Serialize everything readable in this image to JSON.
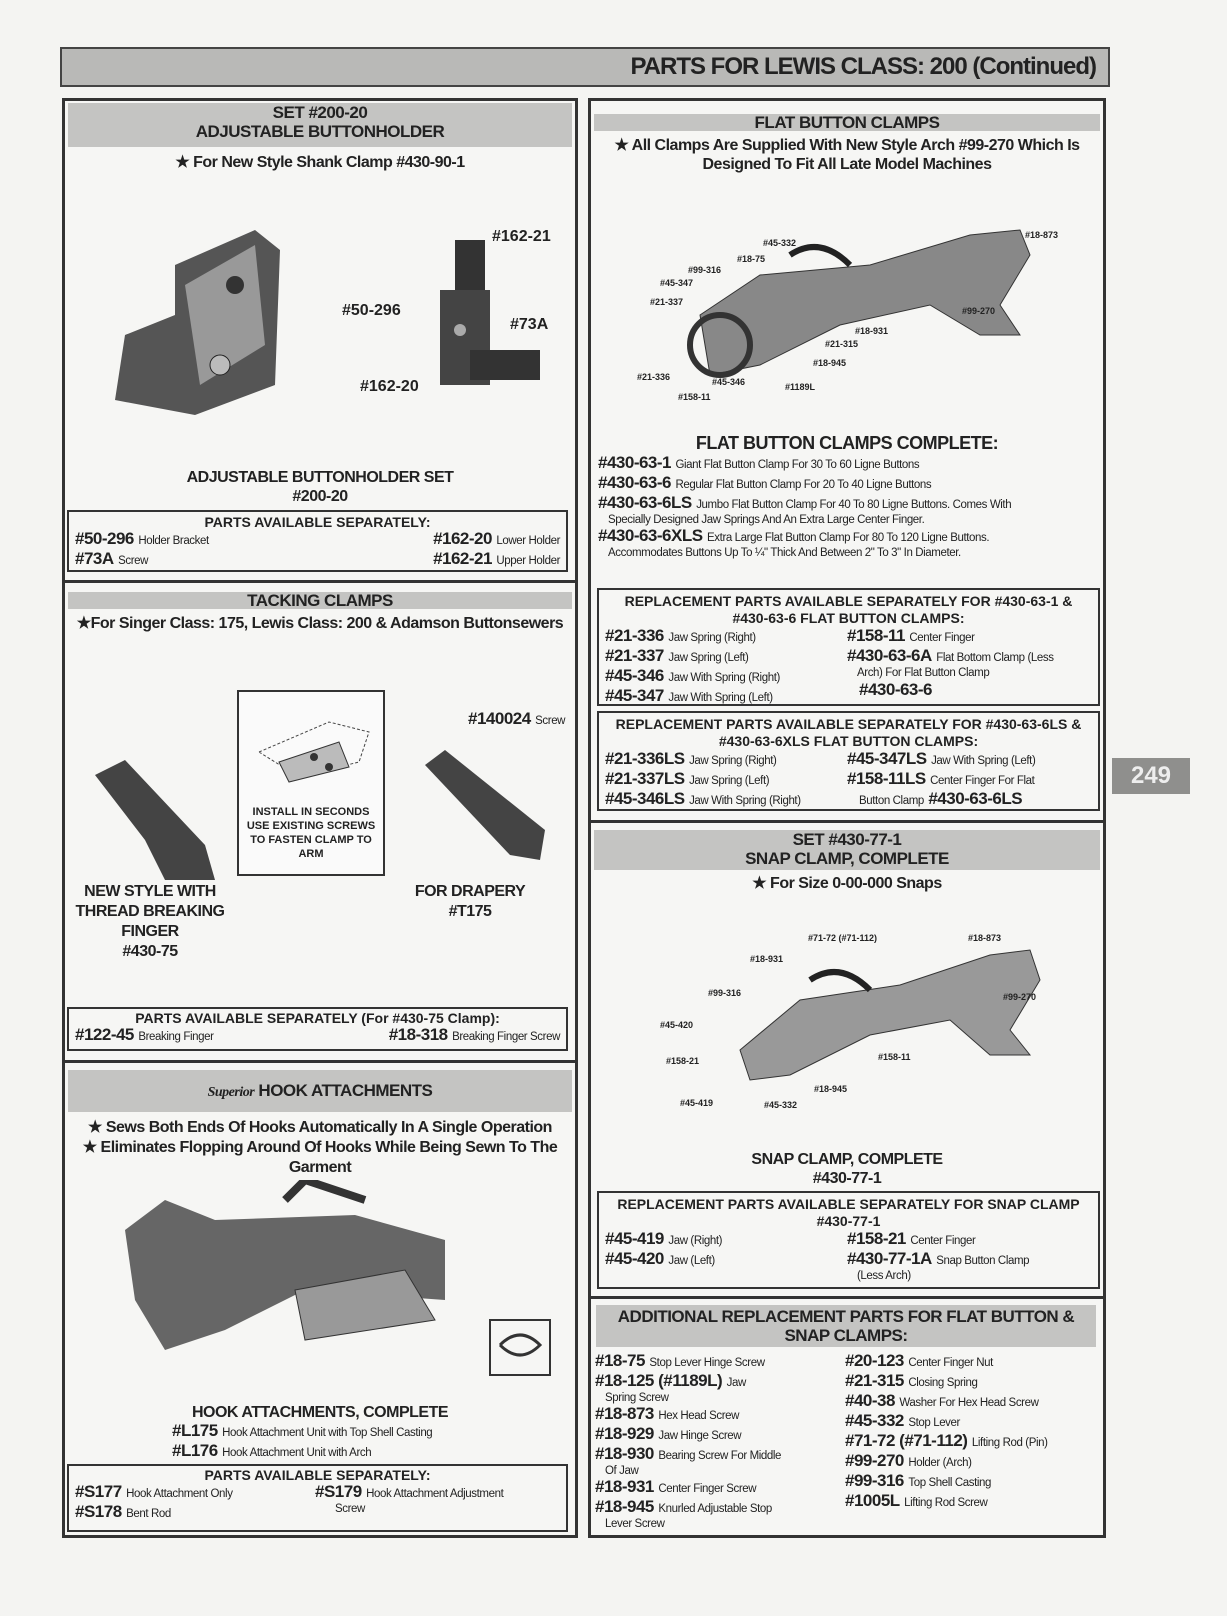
{
  "header": {
    "title": "PARTS FOR LEWIS CLASS: 200 (Continued)"
  },
  "page_number": "249",
  "buttonholder": {
    "band1": "SET #200-20",
    "band2": "ADJUSTABLE BUTTONHOLDER",
    "note": "★ For New Style Shank Clamp #430-90-1",
    "labels": [
      "#162-21",
      "#50-296",
      "#73A",
      "#162-20"
    ],
    "caption1": "ADJUSTABLE BUTTONHOLDER SET",
    "caption2": "#200-20",
    "parts_title": "PARTS AVAILABLE SEPARATELY:",
    "parts": [
      {
        "no": "#50-296",
        "desc": "Holder Bracket"
      },
      {
        "no": "#73A",
        "desc": "Screw"
      },
      {
        "no": "#162-20",
        "desc": "Lower Holder"
      },
      {
        "no": "#162-21",
        "desc": "Upper Holder"
      }
    ]
  },
  "tacking": {
    "band": "TACKING CLAMPS",
    "note": "★For Singer Class: 175, Lewis Class: 200 & Adamson Buttonsewers",
    "install": [
      "INSTALL IN SECONDS",
      "USE EXISTING SCREWS",
      "TO FASTEN CLAMP TO ARM"
    ],
    "screw_no": "#140024",
    "screw_desc": "Screw",
    "left_caption": [
      "NEW STYLE WITH",
      "THREAD BREAKING",
      "FINGER",
      "#430-75"
    ],
    "right_caption": [
      "FOR DRAPERY",
      "#T175"
    ],
    "parts_title": "PARTS AVAILABLE SEPARATELY (For #430-75 Clamp):",
    "parts": [
      {
        "no": "#122-45",
        "desc": "Breaking Finger"
      },
      {
        "no": "#18-318",
        "desc": "Breaking Finger Screw"
      }
    ]
  },
  "hook": {
    "brand": "Superior",
    "band": "HOOK ATTACHMENTS",
    "notes": [
      "★ Sews Both Ends Of Hooks Automatically In A Single Operation",
      "★ Eliminates Flopping Around Of Hooks While Being Sewn To The",
      "Garment"
    ],
    "complete_title": "HOOK ATTACHMENTS, COMPLETE",
    "complete": [
      {
        "no": "#L175",
        "desc": "Hook Attachment Unit with Top Shell Casting"
      },
      {
        "no": "#L176",
        "desc": "Hook Attachment Unit with Arch"
      }
    ],
    "parts_title": "PARTS AVAILABLE SEPARATELY:",
    "parts": [
      {
        "no": "#S177",
        "desc": "Hook Attachment Only"
      },
      {
        "no": "#S178",
        "desc": "Bent Rod"
      },
      {
        "no": "#S179",
        "desc": "Hook Attachment Adjustment"
      },
      {
        "desc2": "Screw"
      }
    ]
  },
  "flat": {
    "band": "FLAT BUTTON CLAMPS",
    "note1": "★ All Clamps Are Supplied With New Style Arch #99-270 Which Is",
    "note2": "Designed To Fit All Late Model Machines",
    "labels": [
      "#18-873",
      "#45-332",
      "#18-75",
      "#99-316",
      "#45-347",
      "#21-337",
      "#99-270",
      "#18-931",
      "#21-315",
      "#18-945",
      "#21-336",
      "#45-346",
      "#1189L",
      "#158-11"
    ],
    "complete_title": "FLAT BUTTON CLAMPS COMPLETE:",
    "complete": [
      {
        "no": "#430-63-1",
        "desc": "Giant Flat Button Clamp For 30 To 60 Ligne Buttons"
      },
      {
        "no": "#430-63-6",
        "desc": "Regular Flat Button Clamp For 20 To 40 Ligne Buttons"
      },
      {
        "no": "#430-63-6LS",
        "desc": "Jumbo Flat Button Clamp For 40 To 80 Ligne Buttons. Comes With",
        "desc2": "Specially Designed Jaw Springs And An Extra Large Center Finger."
      },
      {
        "no": "#430-63-6XLS",
        "desc": "Extra Large Flat Button Clamp For 80 To 120 Ligne Buttons.",
        "desc2": "Accommodates Buttons Up To ¼\" Thick And Between 2\" To 3\" In Diameter."
      }
    ],
    "rep1_title": [
      "REPLACEMENT PARTS AVAILABLE SEPARATELY FOR #430-63-1 &",
      "#430-63-6 FLAT BUTTON CLAMPS:"
    ],
    "rep1_left": [
      {
        "no": "#21-336",
        "desc": "Jaw Spring (Right)"
      },
      {
        "no": "#21-337",
        "desc": "Jaw Spring (Left)"
      },
      {
        "no": "#45-346",
        "desc": "Jaw With Spring (Right)"
      },
      {
        "no": "#45-347",
        "desc": "Jaw With Spring (Left)"
      }
    ],
    "rep1_right": [
      {
        "no": "#158-11",
        "desc": "Center Finger"
      },
      {
        "no": "#430-63-6A",
        "desc": "Flat Bottom Clamp (Less",
        "desc2": "Arch) For Flat Button Clamp",
        "no2": "#430-63-6"
      }
    ],
    "rep2_title": [
      "REPLACEMENT PARTS AVAILABLE SEPARATELY FOR #430-63-6LS &",
      "#430-63-6XLS FLAT BUTTON CLAMPS:"
    ],
    "rep2_left": [
      {
        "no": "#21-336LS",
        "desc": "Jaw Spring (Right)"
      },
      {
        "no": "#21-337LS",
        "desc": "Jaw Spring (Left)"
      },
      {
        "no": "#45-346LS",
        "desc": "Jaw With Spring (Right)"
      }
    ],
    "rep2_right": [
      {
        "no": "#45-347LS",
        "desc": "Jaw With Spring (Left)"
      },
      {
        "no": "#158-11LS",
        "desc": "Center Finger For Flat",
        "desc2": "Button Clamp",
        "no2": "#430-63-6LS"
      }
    ]
  },
  "snap": {
    "band1": "SET #430-77-1",
    "band2": "SNAP CLAMP, COMPLETE",
    "note": "★ For Size 0-00-000 Snaps",
    "labels": [
      "#71-72 (#71-112)",
      "#18-873",
      "#18-931",
      "#99-316",
      "#99-270",
      "#45-420",
      "#158-21",
      "#158-11",
      "#18-945",
      "#45-419",
      "#45-332"
    ],
    "caption1": "SNAP CLAMP, COMPLETE",
    "caption2": "#430-77-1",
    "rep_title": [
      "REPLACEMENT PARTS AVAILABLE SEPARATELY FOR SNAP CLAMP",
      "#430-77-1"
    ],
    "rep_left": [
      {
        "no": "#45-419",
        "desc": "Jaw (Right)"
      },
      {
        "no": "#45-420",
        "desc": "Jaw (Left)"
      }
    ],
    "rep_right": [
      {
        "no": "#158-21",
        "desc": "Center Finger"
      },
      {
        "no": "#430-77-1A",
        "desc": "Snap Button Clamp",
        "desc2": "(Less Arch)"
      }
    ]
  },
  "additional": {
    "band": "ADDITIONAL REPLACEMENT PARTS FOR FLAT BUTTON & SNAP CLAMPS:",
    "left": [
      {
        "no": "#18-75",
        "desc": "Stop Lever Hinge Screw"
      },
      {
        "no": "#18-125 (#1189L)",
        "desc": "Jaw",
        "desc2": "Spring Screw"
      },
      {
        "no": "#18-873",
        "desc": "Hex Head Screw"
      },
      {
        "no": "#18-929",
        "desc": "Jaw Hinge Screw"
      },
      {
        "no": "#18-930",
        "desc": "Bearing Screw For Middle",
        "desc2": "Of Jaw"
      },
      {
        "no": "#18-931",
        "desc": "Center Finger Screw"
      },
      {
        "no": "#18-945",
        "desc": "Knurled Adjustable Stop",
        "desc2": "Lever Screw"
      }
    ],
    "right": [
      {
        "no": "#20-123",
        "desc": "Center Finger Nut"
      },
      {
        "no": "#21-315",
        "desc": "Closing Spring"
      },
      {
        "no": "#40-38",
        "desc": "Washer For Hex Head Screw"
      },
      {
        "no": "#45-332",
        "desc": "Stop Lever"
      },
      {
        "no": "#71-72 (#71-112)",
        "desc": "Lifting Rod (Pin)"
      },
      {
        "no": "#99-270",
        "desc": "Holder (Arch)"
      },
      {
        "no": "#99-316",
        "desc": "Top Shell Casting"
      },
      {
        "no": "#1005L",
        "desc": "Lifting Rod Screw"
      }
    ]
  },
  "colors": {
    "band": "#c4c4c2",
    "border": "#333333",
    "tab": "#8f8f8d"
  }
}
